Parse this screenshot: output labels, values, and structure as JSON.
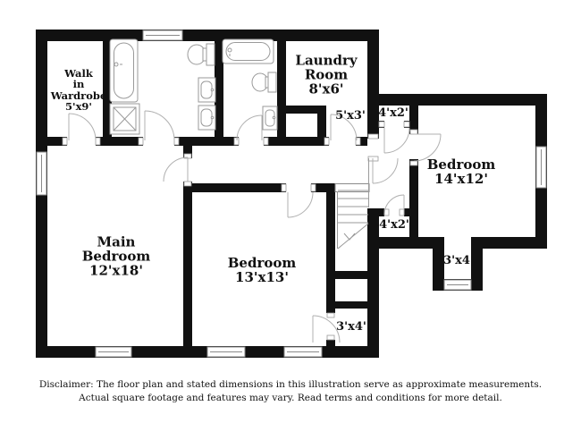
{
  "rooms": {
    "wardrobe": {
      "lines": [
        "Walk",
        "in",
        "Wardrobe",
        "5'x9'"
      ]
    },
    "laundry": {
      "lines": [
        "Laundry",
        "Room",
        "8'x6'"
      ]
    },
    "corridor_5x3": {
      "label": "5'x3'"
    },
    "closet_4x2_top": {
      "label": "4'x2'"
    },
    "bedroom_right": {
      "lines": [
        "Bedroom",
        "14'x12'"
      ]
    },
    "closet_4x2_bottom": {
      "label": "4'x2'"
    },
    "main_bedroom": {
      "lines": [
        "Main",
        "Bedroom",
        "12'x18'"
      ]
    },
    "bedroom_middle": {
      "lines": [
        "Bedroom",
        "13'x13'"
      ]
    },
    "closet_3x4_main": {
      "label": "3'x4'"
    },
    "nook_3x4_wing": {
      "label": "3'x4'"
    }
  },
  "disclaimer": {
    "line1": "Disclaimer: The floor plan and stated dimensions in this illustration serve as approximate measurements.",
    "line2": "Actual square footage and features may vary. Read terms and conditions for more detail."
  },
  "colors": {
    "wall": "#111111",
    "fixture_line": "#9a9a9a",
    "door_line": "#b0b0b0",
    "window_line": "#8a8a8a",
    "text": "#111111"
  }
}
